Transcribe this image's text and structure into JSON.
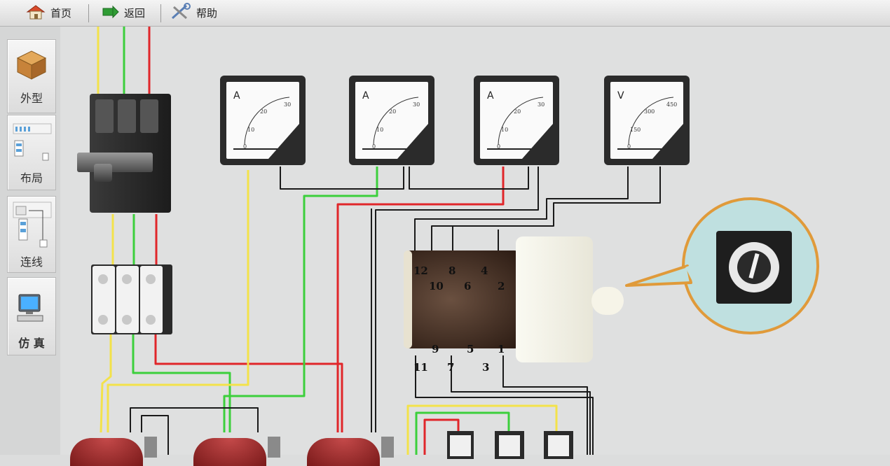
{
  "toolbar": {
    "home_label": "首页",
    "back_label": "返回",
    "help_label": "帮助"
  },
  "sidebar": {
    "items": [
      {
        "label": "外型",
        "icon": "box-icon"
      },
      {
        "label": "布局",
        "icon": "layout-icon"
      },
      {
        "label": "连线",
        "icon": "wiring-icon"
      },
      {
        "label": "仿 真",
        "icon": "computer-icon"
      }
    ]
  },
  "meters": [
    {
      "unit": "A",
      "scale": [
        "0",
        "10",
        "20",
        "30"
      ]
    },
    {
      "unit": "A",
      "scale": [
        "0",
        "10",
        "20",
        "30"
      ]
    },
    {
      "unit": "A",
      "scale": [
        "0",
        "10",
        "20",
        "30"
      ]
    },
    {
      "unit": "V",
      "scale": [
        "0",
        "150",
        "300",
        "450"
      ]
    }
  ],
  "switch_terminals": [
    "12",
    "10",
    "8",
    "6",
    "4",
    "2",
    "9",
    "11",
    "7",
    "5",
    "3",
    "1"
  ],
  "colors": {
    "wire_yellow": "#f3e24a",
    "wire_green": "#3ccf3c",
    "wire_red": "#e0262a",
    "wire_black": "#1a1a1a",
    "callout_border": "#e09a3a",
    "callout_fill": "#bfe0e0"
  }
}
